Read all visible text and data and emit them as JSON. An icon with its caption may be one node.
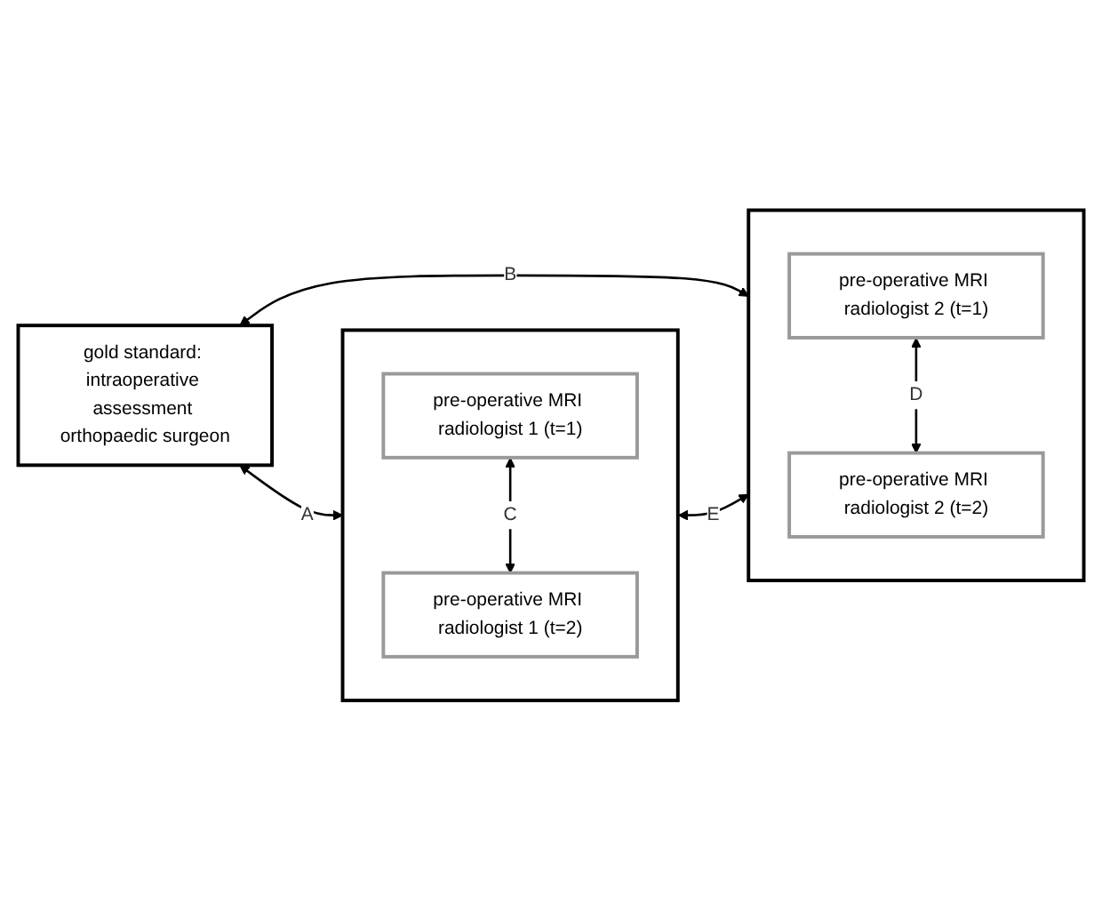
{
  "diagram": {
    "nodes": [
      {
        "text": [
          "gold standard: intraoperative assessment orthopaedic surgeon"
        ]
      },
      {
        "text": [],
        "shape": "box"
      },
      {
        "text": [
          "pre-operative MRI radiologist 1 (t=1)"
        ],
        "in": 1
      },
      {
        "text": [
          "pre-operative MRI radiologist 1 (t=2)"
        ],
        "in": 1
      },
      {
        "text": [],
        "shape": "box"
      },
      {
        "text": [
          "pre-operative MRI radiologist 2 (t=1)"
        ],
        "in": 4
      },
      {
        "text": [
          "pre-operative MRI radiologist 2 (t=2)"
        ],
        "in": 4
      }
    ],
    "edges": [
      {
        "from": 0,
        "to": 1,
        "arrow": "both",
        "label": "A"
      },
      {
        "from": 0,
        "to": 4,
        "arrow": "both",
        "label": "B"
      },
      {
        "from": 2,
        "to": 3,
        "arrow": "both",
        "label": "C"
      },
      {
        "from": 5,
        "to": 6,
        "arrow": "both",
        "label": "D"
      },
      {
        "from": 1,
        "to": 4,
        "arrow": "both",
        "label": "E"
      }
    ]
  }
}
